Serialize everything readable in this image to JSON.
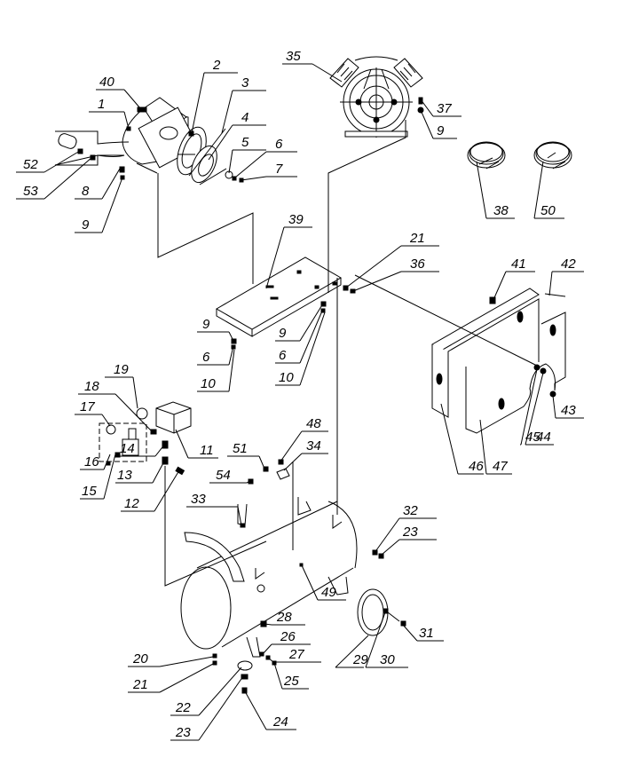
{
  "diagram": {
    "title": "Air compressor exploded parts diagram",
    "line_color": "#000000",
    "background": "#ffffff",
    "callouts": [
      {
        "id": "1",
        "label": "1"
      },
      {
        "id": "2",
        "label": "2"
      },
      {
        "id": "3",
        "label": "3"
      },
      {
        "id": "4",
        "label": "4"
      },
      {
        "id": "5",
        "label": "5"
      },
      {
        "id": "6a",
        "label": "6"
      },
      {
        "id": "7",
        "label": "7"
      },
      {
        "id": "8",
        "label": "8"
      },
      {
        "id": "9a",
        "label": "9"
      },
      {
        "id": "35",
        "label": "35"
      },
      {
        "id": "37",
        "label": "37"
      },
      {
        "id": "9b",
        "label": "9"
      },
      {
        "id": "38",
        "label": "38"
      },
      {
        "id": "50",
        "label": "50"
      },
      {
        "id": "40",
        "label": "40"
      },
      {
        "id": "52",
        "label": "52"
      },
      {
        "id": "53",
        "label": "53"
      },
      {
        "id": "39",
        "label": "39"
      },
      {
        "id": "21a",
        "label": "21"
      },
      {
        "id": "36",
        "label": "36"
      },
      {
        "id": "9c",
        "label": "9"
      },
      {
        "id": "6b",
        "label": "6"
      },
      {
        "id": "10a",
        "label": "10"
      },
      {
        "id": "9d",
        "label": "9"
      },
      {
        "id": "6c",
        "label": "6"
      },
      {
        "id": "10b",
        "label": "10"
      },
      {
        "id": "41",
        "label": "41"
      },
      {
        "id": "42",
        "label": "42"
      },
      {
        "id": "43",
        "label": "43"
      },
      {
        "id": "44",
        "label": "44"
      },
      {
        "id": "45",
        "label": "45"
      },
      {
        "id": "46",
        "label": "46"
      },
      {
        "id": "47",
        "label": "47"
      },
      {
        "id": "19",
        "label": "19"
      },
      {
        "id": "18",
        "label": "18"
      },
      {
        "id": "17",
        "label": "17"
      },
      {
        "id": "11",
        "label": "11"
      },
      {
        "id": "14",
        "label": "14"
      },
      {
        "id": "16",
        "label": "16"
      },
      {
        "id": "13",
        "label": "13"
      },
      {
        "id": "15",
        "label": "15"
      },
      {
        "id": "12",
        "label": "12"
      },
      {
        "id": "48",
        "label": "48"
      },
      {
        "id": "51",
        "label": "51"
      },
      {
        "id": "34",
        "label": "34"
      },
      {
        "id": "54",
        "label": "54"
      },
      {
        "id": "33",
        "label": "33"
      },
      {
        "id": "32",
        "label": "32"
      },
      {
        "id": "23a",
        "label": "23"
      },
      {
        "id": "49",
        "label": "49"
      },
      {
        "id": "28",
        "label": "28"
      },
      {
        "id": "31",
        "label": "31"
      },
      {
        "id": "26",
        "label": "26"
      },
      {
        "id": "27",
        "label": "27"
      },
      {
        "id": "20",
        "label": "20"
      },
      {
        "id": "29",
        "label": "29"
      },
      {
        "id": "30",
        "label": "30"
      },
      {
        "id": "21b",
        "label": "21"
      },
      {
        "id": "25",
        "label": "25"
      },
      {
        "id": "22",
        "label": "22"
      },
      {
        "id": "23b",
        "label": "23"
      },
      {
        "id": "24",
        "label": "24"
      }
    ]
  }
}
